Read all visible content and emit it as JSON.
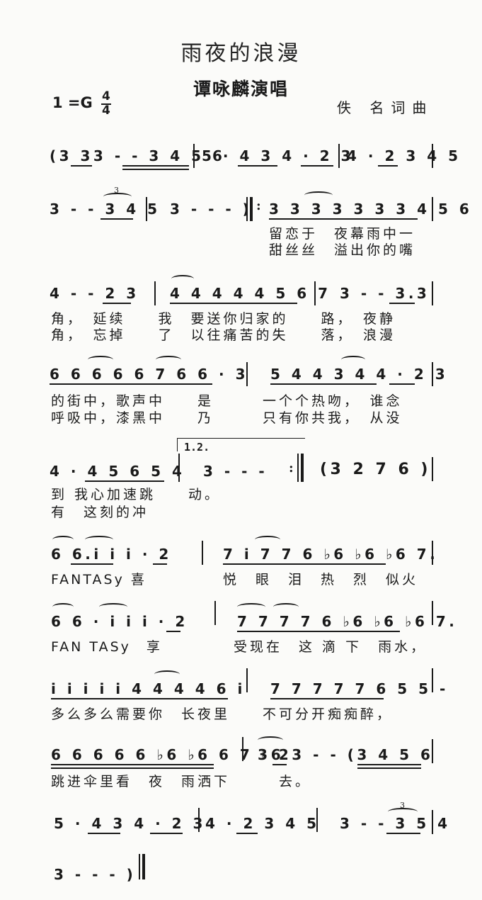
{
  "header": {
    "title": "雨夜的浪漫",
    "singer": "谭咏麟演唱",
    "key": "1 =G",
    "time_top": "4",
    "time_bottom": "4",
    "credit": "佚 名词曲"
  },
  "rows": [
    {
      "measures": [
        "(3 33 - - 3 4 5 6",
        "5 · 4 3 4 · 2 3",
        "4 · 2 3 4 5"
      ]
    },
    {
      "measures": [
        "3 - - 3 4 5",
        "3 - - - )",
        "3 3 3 3 3 3 3 4 5 6"
      ],
      "lyrics": [
        "留恋于　夜幕雨中一",
        "甜丝丝　溢出你的嘴"
      ]
    },
    {
      "measures": [
        "4 - - 2 3",
        "4 4 4 4 4 5 6 7",
        "3 - - 3.3"
      ],
      "lyrics": [
        "角，　延续　　我　要送你归家的　　路，　夜静",
        "角，　忘掉　　了　以往痛苦的失　　落，　浪漫"
      ]
    },
    {
      "measures": [
        "6 6 6 6 6 7 6 6 · 3",
        "5 4 4 3 4 4 · 2 3"
      ],
      "lyrics": [
        "的街中，歌声中　　是　　　一个个热吻，　谁念",
        "呼吸中，漆黑中　　乃　　　只有你共我，　从没"
      ]
    },
    {
      "volta": "1.2.",
      "measures": [
        "4 · 4 5 6 5 4",
        "3 - - -",
        "(3 2 7 6 )"
      ],
      "lyrics": [
        "到 我心加速跳　　动。",
        "有　这刻的冲"
      ]
    },
    {
      "measures": [
        "6 6.i i i · 2",
        "7 i 7 7 6 ♭6 ♭6 ♭6 7."
      ],
      "lyrics": [
        "FANTASy 喜",
        "悦　眼　泪　热　烈　似火"
      ]
    },
    {
      "measures": [
        "6 6 · i i i · 2",
        "7 7 7 7 6 ♭6 ♭6 ♭6 7."
      ],
      "lyrics": [
        "FAN TASy　享",
        "受现在　这 滴 下　雨水，"
      ]
    },
    {
      "measures": [
        "i i i i i 4 4 4 4 6 i",
        "7 7 7 7 7 6 5 5 -"
      ],
      "lyrics": [
        "多么多么需要你　长夜里　　不可分开痴痴醉，"
      ]
    },
    {
      "measures": [
        "6 6 6 6 6 ♭6 ♭6 6 7 ♭6",
        "3 23 - - (3 4 5 6"
      ],
      "lyrics": [
        "跳进伞里看　夜　雨洒下　　　去。"
      ]
    },
    {
      "measures": [
        "5 · 4 3 4 · 2 3",
        "4 · 2 3 4 5",
        "3 - - 3 5 4"
      ]
    },
    {
      "measures": [
        "3 - - - )"
      ]
    }
  ]
}
